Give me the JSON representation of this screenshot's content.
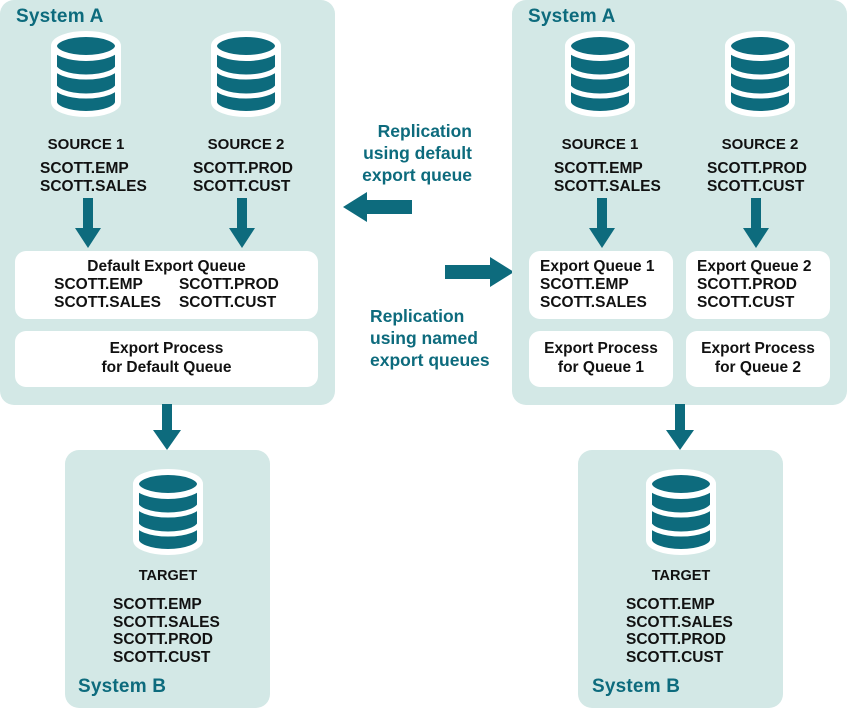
{
  "diagram": {
    "title": "Replication using default export queue vs named export queues",
    "colors": {
      "panel_bg": "#d3e8e6",
      "teal": "#0d6b7d",
      "box_bg": "#ffffff",
      "text": "#111111",
      "page_bg": "#ffffff"
    }
  },
  "left": {
    "system_a_label": "System A",
    "system_b_label": "System B",
    "sources": [
      {
        "name": "SOURCE 1",
        "tables": [
          "SCOTT.EMP",
          "SCOTT.SALES"
        ]
      },
      {
        "name": "SOURCE 2",
        "tables": [
          "SCOTT.PROD",
          "SCOTT.CUST"
        ]
      }
    ],
    "queue_box": {
      "title": "Default Export Queue",
      "col1": [
        "SCOTT.EMP",
        "SCOTT.SALES"
      ],
      "col2": [
        "SCOTT.PROD",
        "SCOTT.CUST"
      ]
    },
    "process_box": {
      "line1": "Export Process",
      "line2": "for Default Queue"
    },
    "target": {
      "name": "TARGET",
      "tables": [
        "SCOTT.EMP",
        "SCOTT.SALES",
        "SCOTT.PROD",
        "SCOTT.CUST"
      ]
    }
  },
  "right": {
    "system_a_label": "System A",
    "system_b_label": "System B",
    "sources": [
      {
        "name": "SOURCE 1",
        "tables": [
          "SCOTT.EMP",
          "SCOTT.SALES"
        ]
      },
      {
        "name": "SOURCE 2",
        "tables": [
          "SCOTT.PROD",
          "SCOTT.CUST"
        ]
      }
    ],
    "queue_boxes": [
      {
        "title": "Export Queue 1",
        "tables": [
          "SCOTT.EMP",
          "SCOTT.SALES"
        ]
      },
      {
        "title": "Export Queue 2",
        "tables": [
          "SCOTT.PROD",
          "SCOTT.CUST"
        ]
      }
    ],
    "process_boxes": [
      {
        "line1": "Export Process",
        "line2": "for Queue 1"
      },
      {
        "line1": "Export Process",
        "line2": "for Queue 2"
      }
    ],
    "target": {
      "name": "TARGET",
      "tables": [
        "SCOTT.EMP",
        "SCOTT.SALES",
        "SCOTT.PROD",
        "SCOTT.CUST"
      ]
    }
  },
  "center": {
    "caption_top": {
      "line1": "Replication",
      "line2": "using default",
      "line3": "export queue"
    },
    "caption_bottom": {
      "line1": "Replication",
      "line2": "using named",
      "line3": "export queues"
    }
  }
}
